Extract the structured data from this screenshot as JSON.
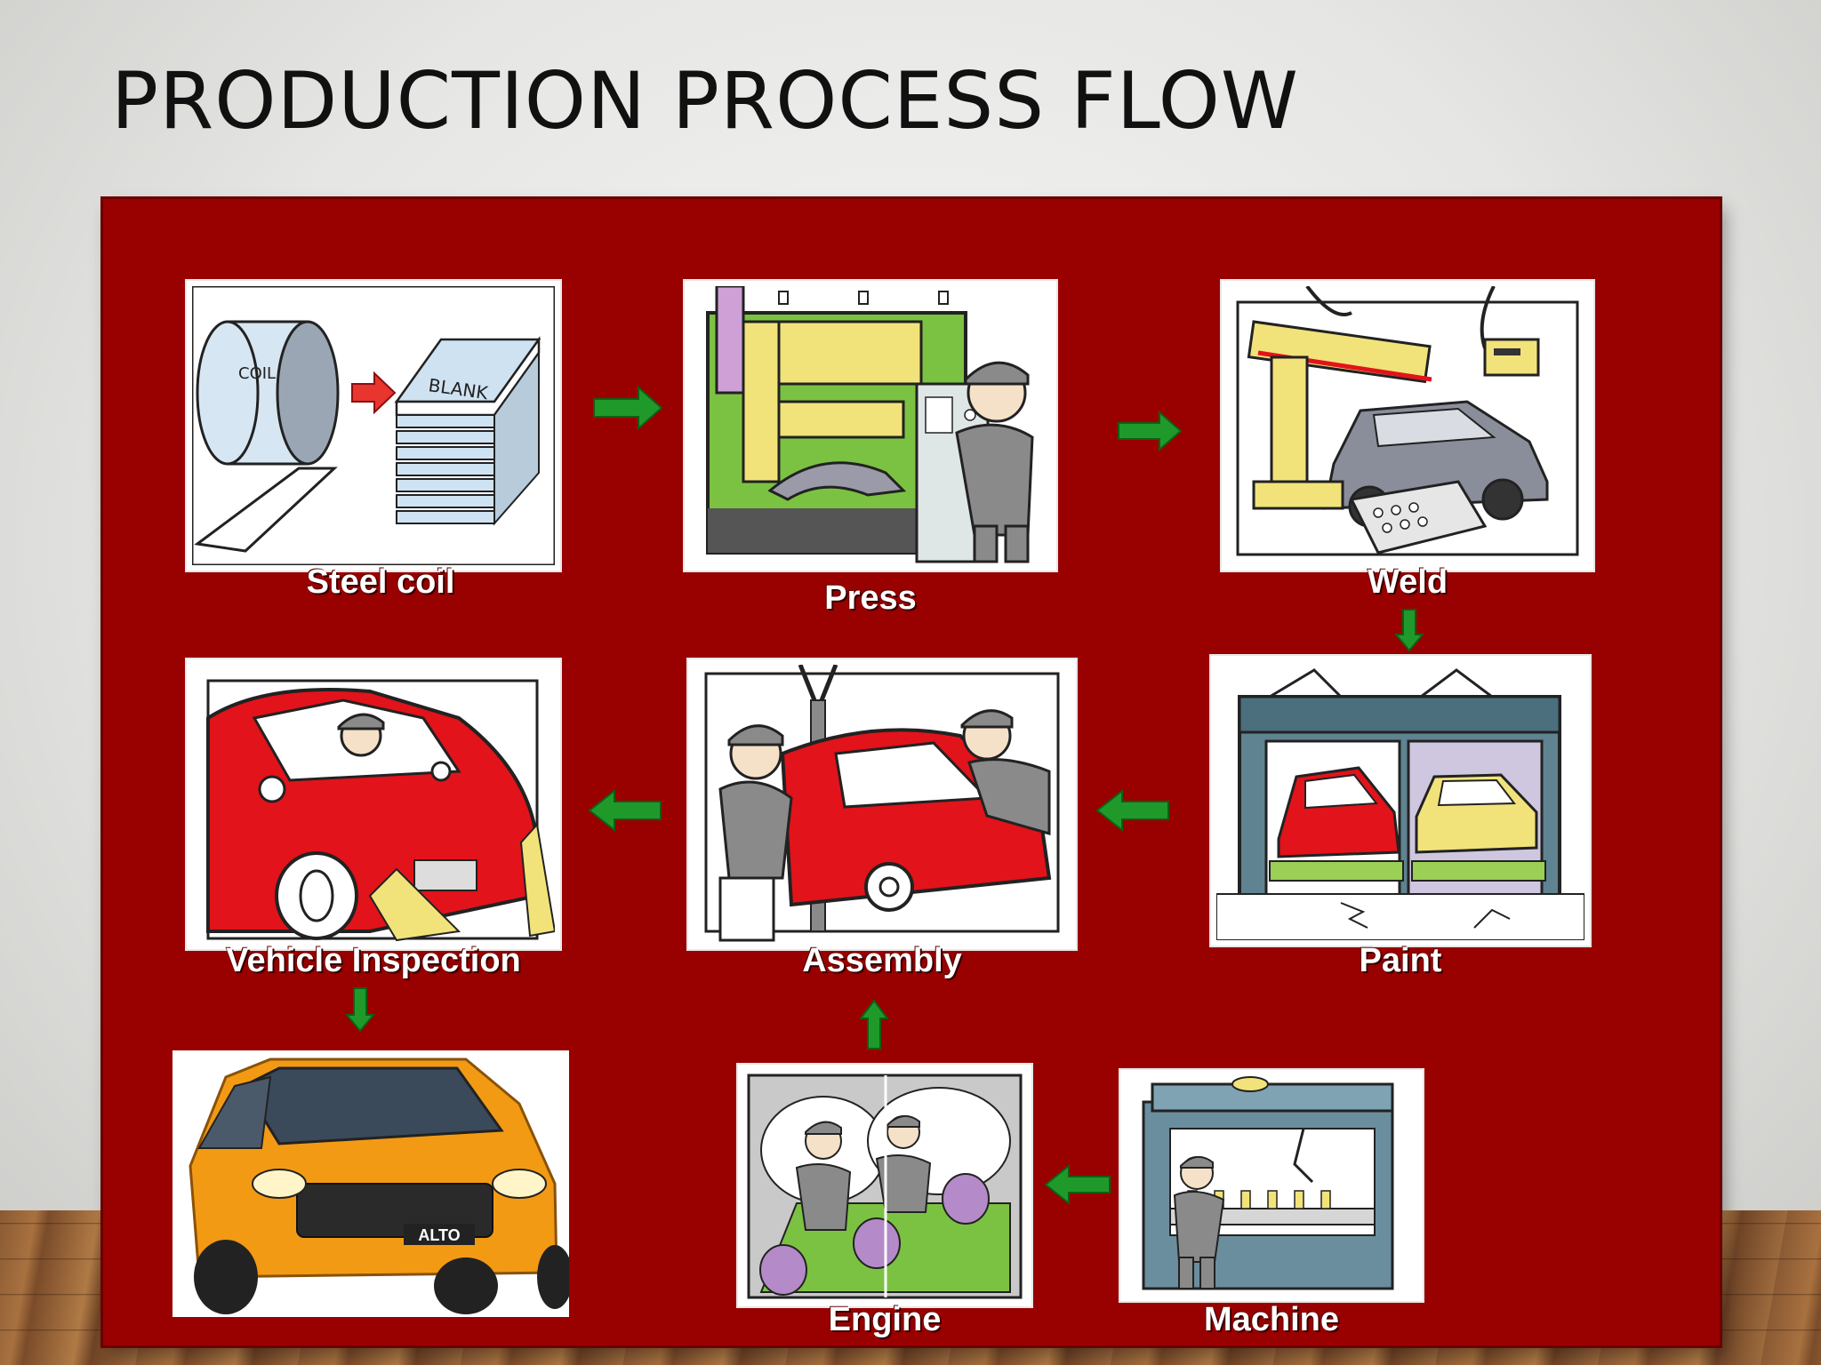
{
  "slide": {
    "title": "PRODUCTION PROCESS FLOW"
  },
  "colors": {
    "panel": "#990000",
    "arrow": "#1f9a2a",
    "car_red": "#e2131a",
    "machine_yellow": "#f1e37a",
    "machine_green": "#7cc242",
    "car_orange": "#f39a14"
  },
  "stages": {
    "steel_coil": {
      "label": "Steel coil",
      "coil_text": "COIL",
      "blank_text": "BLANK"
    },
    "press": {
      "label": "Press"
    },
    "weld": {
      "label": "Weld"
    },
    "paint": {
      "label": "Paint"
    },
    "assembly": {
      "label": "Assembly"
    },
    "vehicle_inspection": {
      "label": "Vehicle Inspection"
    },
    "engine": {
      "label": "Engine"
    },
    "machine": {
      "label": "Machine"
    },
    "final_car": {
      "badge": "ALTO"
    }
  }
}
